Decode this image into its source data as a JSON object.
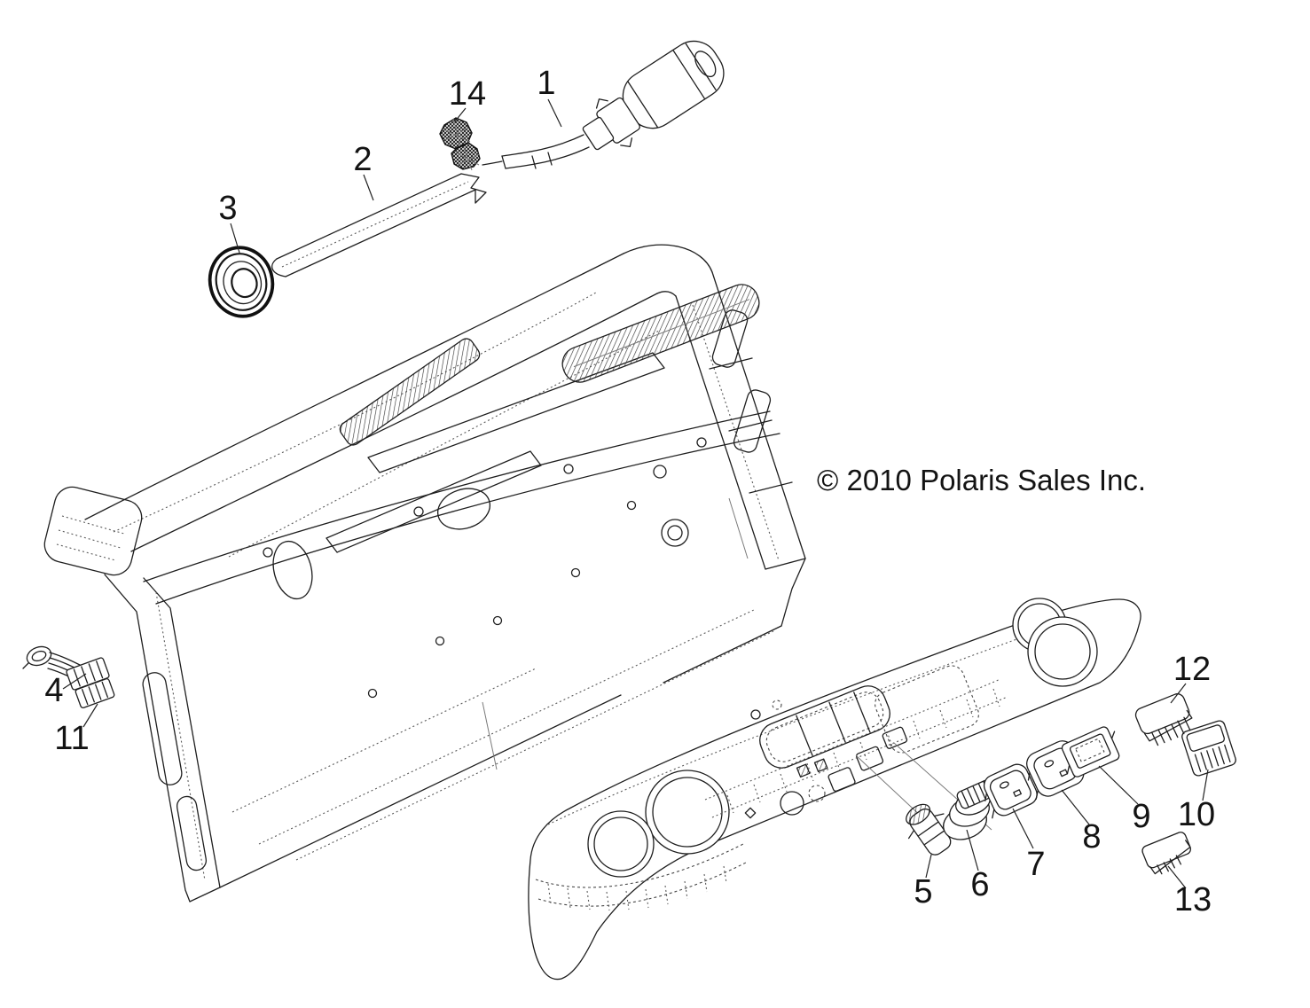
{
  "diagram": {
    "copyright": "© 2010 Polaris Sales Inc.",
    "callouts": [
      {
        "id": 1,
        "label": "1"
      },
      {
        "id": 2,
        "label": "2"
      },
      {
        "id": 3,
        "label": "3"
      },
      {
        "id": 4,
        "label": "4"
      },
      {
        "id": 5,
        "label": "5"
      },
      {
        "id": 6,
        "label": "6"
      },
      {
        "id": 7,
        "label": "7"
      },
      {
        "id": 8,
        "label": "8"
      },
      {
        "id": 9,
        "label": "9"
      },
      {
        "id": 10,
        "label": "10"
      },
      {
        "id": 11,
        "label": "11"
      },
      {
        "id": 12,
        "label": "12"
      },
      {
        "id": 13,
        "label": "13"
      },
      {
        "id": 14,
        "label": "14"
      }
    ]
  },
  "colors": {
    "background": "#ffffff",
    "line": "#1e1e1e",
    "text": "#131313"
  }
}
